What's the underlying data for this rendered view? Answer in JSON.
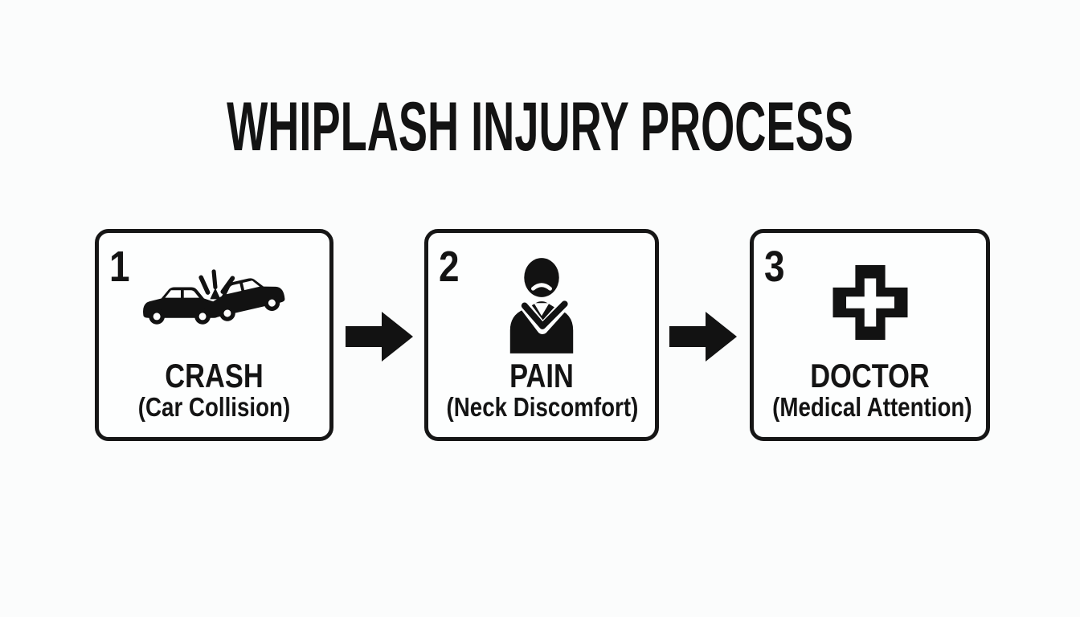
{
  "page": {
    "title": "WHIPLASH INJURY PROCESS",
    "background_color": "#fbfcfc",
    "ink_color": "#121212"
  },
  "steps": [
    {
      "number": "1",
      "label": "CRASH",
      "sublabel": "(Car Collision)",
      "icon": "car-crash-icon"
    },
    {
      "number": "2",
      "label": "PAIN",
      "sublabel": "(Neck Discomfort)",
      "icon": "person-neck-pain-icon"
    },
    {
      "number": "3",
      "label": "DOCTOR",
      "sublabel": "(Medical Attention)",
      "icon": "medical-cross-icon"
    }
  ],
  "connectors": [
    {
      "icon": "arrow-right-icon",
      "direction": "right"
    },
    {
      "icon": "arrow-right-icon",
      "direction": "right"
    }
  ]
}
